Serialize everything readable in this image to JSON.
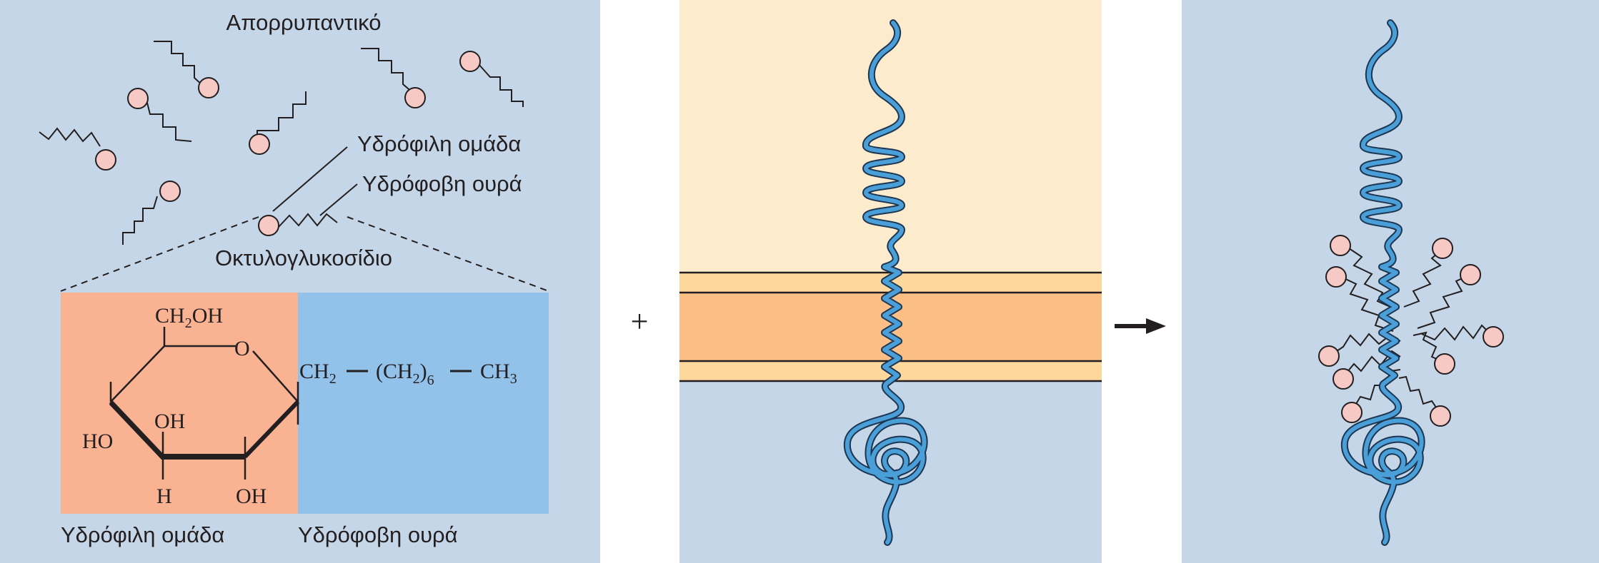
{
  "panel_a": {
    "detergent_label": "Απορρυπαντικό",
    "hydrophilic_group_label": "Υδρόφιλη ομάδα",
    "hydrophobic_tail_label": "Υδρόφοβη ουρά",
    "molecule_name": "Οκτυλογλυκοσίδιο",
    "formula": {
      "ch2oh_main": "CH",
      "ch2oh_sub": "2",
      "ch2oh_end": "OH",
      "ring_oxygen": "O",
      "oh_c2": "OH",
      "ho_c4": "HO",
      "h_c3": "H",
      "oh_c3": "OH",
      "chain_ch2": "CH",
      "chain_ch2_sub": "2",
      "chain_group_open": "(CH",
      "chain_group_sub": "2",
      "chain_group_close": ")",
      "chain_group_count": "6",
      "chain_ch3": "CH",
      "chain_ch3_sub": "3"
    },
    "bottom_hydrophilic_label": "Υδρόφιλη ομάδα",
    "bottom_hydrophobic_label": "Υδρόφοβη ουρά",
    "colors": {
      "panel_bg": "#c5d6e8",
      "hydrophilic_box": "#f9b393",
      "hydrophobic_box": "#92c1e9",
      "head_ball": "#f6c9c5"
    }
  },
  "plus_sign": "+",
  "panel_b": {
    "colors": {
      "extracellular": "#fdebcd",
      "bilayer_outer": "#fdd79b",
      "bilayer_core": "#fbbe85",
      "cytoplasm": "#c5d6e8",
      "protein": "#4a9fd8"
    }
  },
  "arrow": "arrow-right-icon",
  "panel_c": {
    "colors": {
      "bg": "#c5d6e8",
      "protein": "#4a9fd8"
    }
  }
}
